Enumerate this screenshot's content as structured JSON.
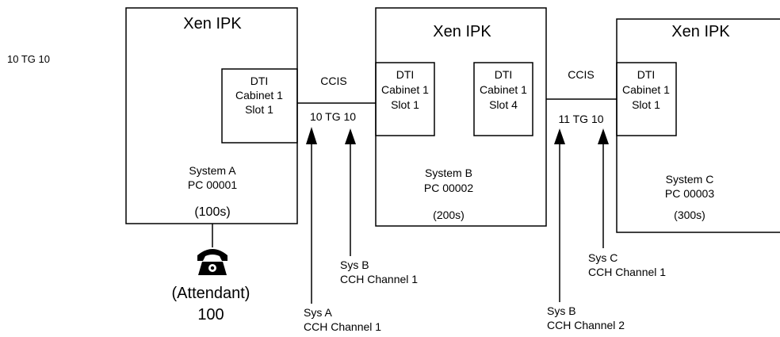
{
  "side_label": "10 TG 10",
  "systems": [
    {
      "title": "Xen IPK",
      "dti": [
        "DTI",
        "Cabinet 1",
        "Slot 1"
      ],
      "name": "System A",
      "pc": "PC 00001",
      "range": "(100s)"
    },
    {
      "title": "Xen IPK",
      "dti_left": [
        "DTI",
        "Cabinet 1",
        "Slot 1"
      ],
      "dti_right": [
        "DTI",
        "Cabinet 1",
        "Slot 4"
      ],
      "name": "System B",
      "pc": "PC 00002",
      "range": "(200s)"
    },
    {
      "title": "Xen IPK",
      "dti": [
        "DTI",
        "Cabinet 1",
        "Slot 1"
      ],
      "name": "System C",
      "pc": "PC 00003",
      "range": "(300s)"
    }
  ],
  "links": [
    {
      "protocol": "CCIS",
      "trunk": "10 TG 10"
    },
    {
      "protocol": "CCIS",
      "trunk": "11 TG 10"
    }
  ],
  "arrow_labels": [
    [
      "Sys A",
      "CCH Channel 1"
    ],
    [
      "Sys B",
      "CCH Channel 1"
    ],
    [
      "Sys B",
      "CCH Channel 2"
    ],
    [
      "Sys C",
      "CCH Channel 1"
    ]
  ],
  "attendant": {
    "icon": "telephone-icon",
    "label": "(Attendant)",
    "number": "100"
  }
}
